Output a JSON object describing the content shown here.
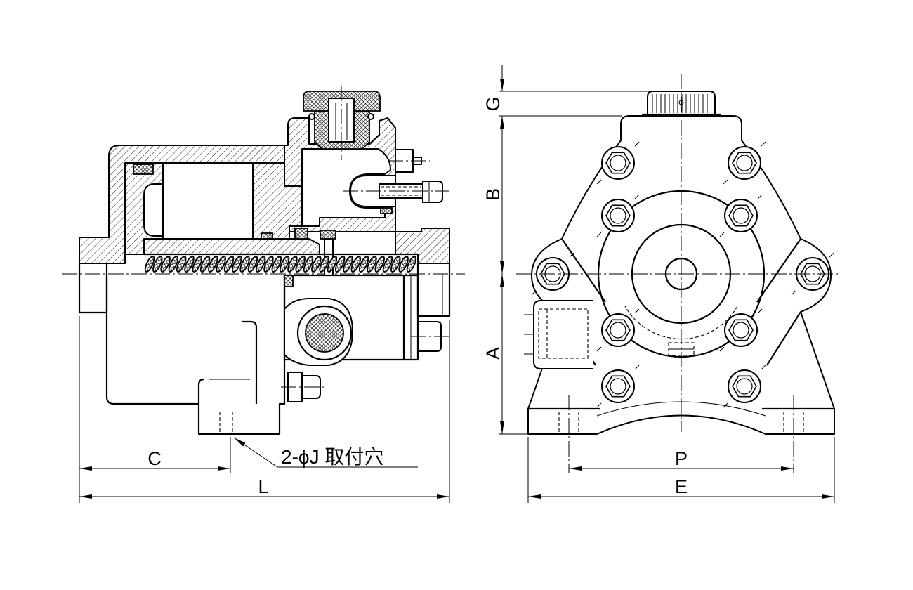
{
  "drawing": {
    "dimension_labels": {
      "g": "G",
      "b": "B",
      "a": "A",
      "c": "C",
      "l": "L",
      "p": "P",
      "e": "E"
    },
    "mounting_hole_note": "2-ϕJ 取付穴"
  },
  "style": {
    "line_color": "#000000",
    "background_color": "#ffffff"
  }
}
